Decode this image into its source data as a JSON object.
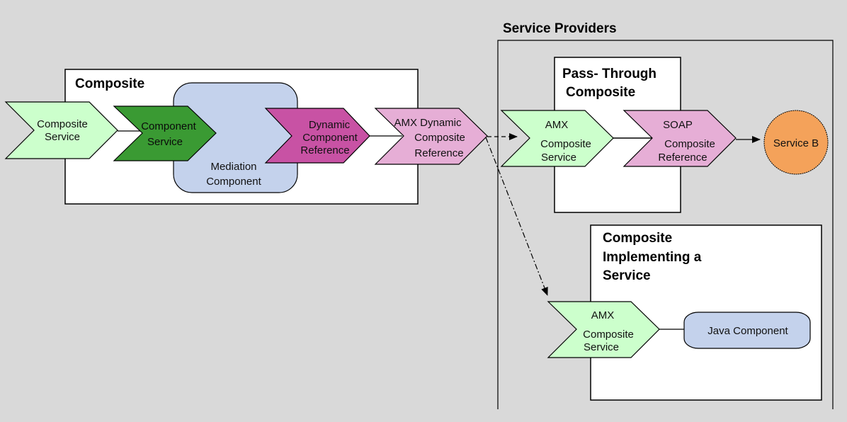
{
  "title": "Service Providers",
  "colors": {
    "background": "#d9d9d9",
    "composite_service": "#ccffcc",
    "component_service": "#3a9a33",
    "mediation_component": "#c4d2ec",
    "dynamic_component_reference": "#c852a4",
    "composite_reference": "#e6aed6",
    "service_b": "#f4a25a",
    "java_component": "#c4d2ec"
  },
  "containers": {
    "composite": {
      "title": "Composite"
    },
    "service_providers": {
      "title": "Service Providers"
    },
    "pass_through": {
      "title_lines": [
        "Pass- Through",
        "Composite"
      ]
    },
    "implementing": {
      "title_lines": [
        "Composite",
        "Implementing a",
        "Service"
      ]
    }
  },
  "nodes": {
    "composite_service": {
      "lines": [
        "Composite",
        "Service"
      ]
    },
    "component_service": {
      "lines": [
        "Component",
        "Service"
      ]
    },
    "mediation_component": {
      "lines": [
        "Mediation",
        "Component"
      ]
    },
    "dynamic_component_reference": {
      "lines": [
        "Dynamic",
        "Component",
        "Reference"
      ]
    },
    "amx_dynamic_composite_reference": {
      "lines": [
        "AMX Dynamic",
        "Composite",
        "Reference"
      ]
    },
    "pt_amx_composite_service": {
      "lines": [
        "AMX",
        "Composite",
        "Service"
      ]
    },
    "soap_composite_reference": {
      "lines": [
        "SOAP",
        "Composite",
        "Reference"
      ]
    },
    "service_b": {
      "lines": [
        "Service B"
      ]
    },
    "impl_amx_composite_service": {
      "lines": [
        "AMX",
        "Composite",
        "Service"
      ]
    },
    "java_component": {
      "lines": [
        "Java Component"
      ]
    }
  },
  "edges": [
    {
      "from": "composite_service",
      "to": "component_service",
      "style": "solid",
      "arrow": false
    },
    {
      "from": "dynamic_component_reference",
      "to": "amx_dynamic_composite_reference",
      "style": "solid",
      "arrow": false
    },
    {
      "from": "amx_dynamic_composite_reference",
      "to": "pt_amx_composite_service",
      "style": "dashed",
      "arrow": true
    },
    {
      "from": "amx_dynamic_composite_reference",
      "to": "impl_amx_composite_service",
      "style": "dash-dot",
      "arrow": true
    },
    {
      "from": "pt_amx_composite_service",
      "to": "soap_composite_reference",
      "style": "solid",
      "arrow": false
    },
    {
      "from": "soap_composite_reference",
      "to": "service_b",
      "style": "solid",
      "arrow": true
    },
    {
      "from": "impl_amx_composite_service",
      "to": "java_component",
      "style": "solid",
      "arrow": false
    }
  ]
}
